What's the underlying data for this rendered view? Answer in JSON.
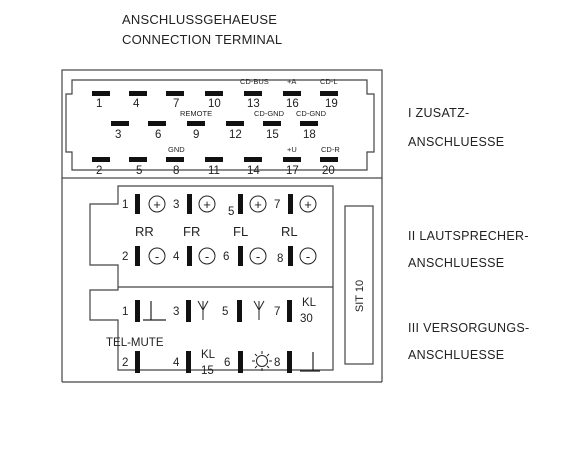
{
  "title": {
    "line1": "ANSCHLUSSGEHAEUSE",
    "line2": "CONNECTION TERMINAL"
  },
  "side_labels": {
    "section1": [
      "I ZUSATZ-",
      "ANSCHLUESSE"
    ],
    "section2": [
      "II LAUTSPRECHER-",
      "ANSCHLUESSE"
    ],
    "section3": [
      "III VERSORGUNGS-",
      "ANSCHLUESSE"
    ]
  },
  "section1": {
    "row1_pins": [
      "1",
      "4",
      "7",
      "10",
      "13",
      "16",
      "19"
    ],
    "row1_labels": [
      "CD-BUS",
      "+A",
      "CD-L"
    ],
    "row2_pins": [
      "3",
      "6",
      "9",
      "12",
      "15",
      "18"
    ],
    "row2_labels": [
      "REMOTE",
      "CD-GND",
      "CD-GND"
    ],
    "row3_pins": [
      "2",
      "5",
      "8",
      "11",
      "14",
      "17",
      "20"
    ],
    "row3_labels": [
      "GND",
      "+U",
      "CD-R"
    ]
  },
  "section2": {
    "top_pins": [
      "1",
      "3",
      "5",
      "7"
    ],
    "channels": [
      "RR",
      "FR",
      "FL",
      "RL"
    ],
    "bottom_pins": [
      "2",
      "4",
      "6",
      "8"
    ],
    "plus_symbol": "+",
    "minus_symbol": "-",
    "side_connector": "SIT 10"
  },
  "section3": {
    "top_pins": [
      "1",
      "3",
      "5",
      "7"
    ],
    "kl30": [
      "KL",
      "30"
    ],
    "tel_mute": "TEL-MUTE",
    "bottom_pins": [
      "2",
      "4",
      "6",
      "8"
    ],
    "kl15": [
      "KL",
      "15"
    ]
  }
}
